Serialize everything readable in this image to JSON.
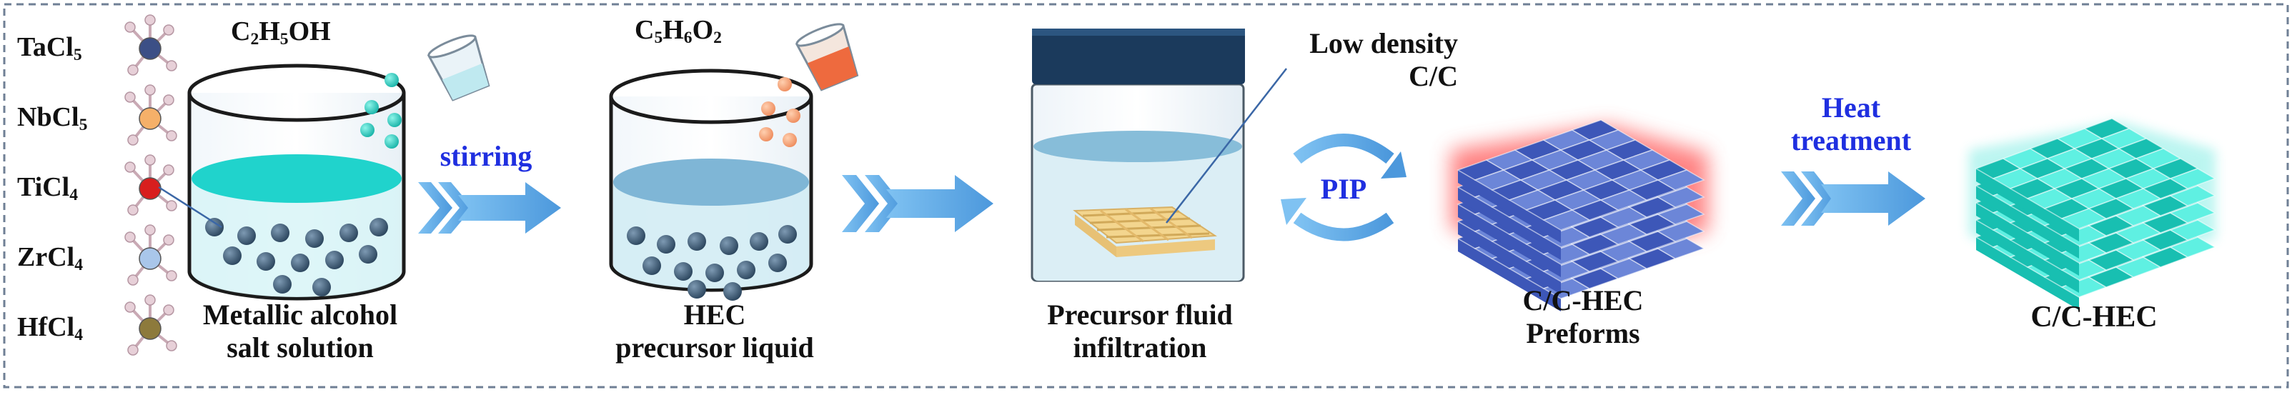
{
  "reagents": [
    {
      "name": "TaCl",
      "sub": "5",
      "atom_color": "#3c4f86"
    },
    {
      "name": "NbCl",
      "sub": "5",
      "atom_color": "#f5b069"
    },
    {
      "name": "TiCl",
      "sub": "4",
      "atom_color": "#d81e1e"
    },
    {
      "name": "ZrCl",
      "sub": "4",
      "atom_color": "#a9c6ea"
    },
    {
      "name": "HfCl",
      "sub": "4",
      "atom_color": "#8d7a3c"
    }
  ],
  "solvents": {
    "ethanol": {
      "parts": [
        "C",
        "2",
        "H",
        "5",
        "OH"
      ]
    },
    "furfuryl": {
      "parts": [
        "C",
        "5",
        "H",
        "6",
        "O",
        "2"
      ]
    }
  },
  "steps": {
    "metal_solution": {
      "line1": "Metallic alcohol",
      "line2": "salt solution"
    },
    "stirring": "stirring",
    "hec_precursor": {
      "line1": "HEC",
      "line2": "precursor liquid"
    },
    "infiltration": {
      "line1": "Precursor fluid",
      "line2": "infiltration"
    },
    "low_density": {
      "line1": "Low density",
      "line2": "C/C"
    },
    "pip": "PIP",
    "preform": {
      "line1": "C/C-HEC",
      "line2": "Preforms"
    },
    "heat": {
      "line1": "Heat",
      "line2": "treatment"
    },
    "final": "C/C-HEC"
  },
  "colors": {
    "arrow": "#5aa7e6",
    "frame": "#6f7f95",
    "liquid_top": "#21d6cf",
    "liquid_blue": "#7fb6d6",
    "particle": "#3b5a75",
    "preform_glow": "#ff5a5a",
    "final_teal": "#3fe3d6",
    "jar_lid": "#1b3a5c"
  }
}
